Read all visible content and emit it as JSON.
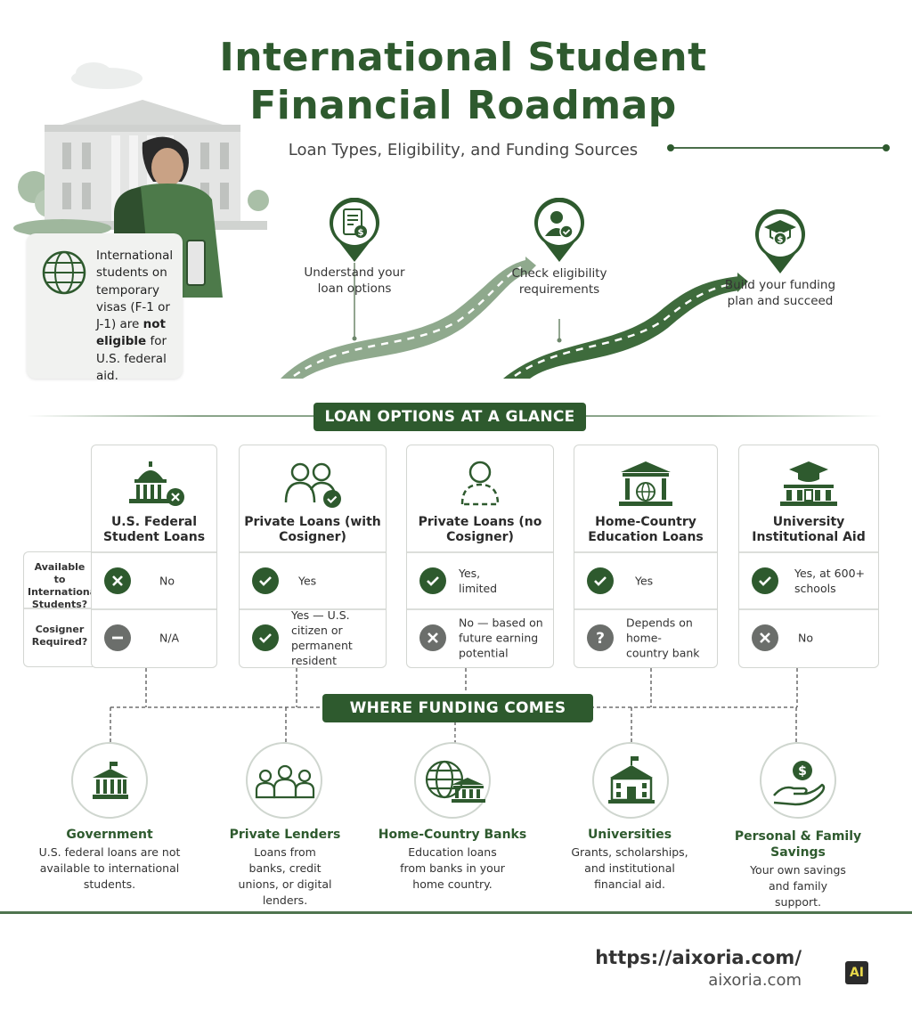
{
  "header": {
    "title_line1": "International Student",
    "title_line2": "Financial Roadmap",
    "subtitle": "Loan Types, Eligibility, and Funding Sources"
  },
  "notice": {
    "text_before": "International students on temporary visas (F-1 or J-1) are ",
    "text_bold": "not eligible",
    "text_after": " for U.S. federal aid."
  },
  "roadmap": {
    "steps": [
      {
        "label": "Understand your loan options",
        "icon": "document-dollar-icon"
      },
      {
        "label": "Check eligibility requirements",
        "icon": "person-check-icon"
      },
      {
        "label": "Build your funding plan and succeed",
        "icon": "graduation-cap-dollar-icon"
      }
    ]
  },
  "loan_section": {
    "banner": "LOAN OPTIONS AT A GLANCE",
    "row_labels": [
      "Available to International Students?",
      "Cosigner Required?"
    ],
    "cards": [
      {
        "title": "U.S. Federal Student Loans",
        "icon": "capitol-x-icon",
        "available": {
          "status": "no",
          "text": "No"
        },
        "cosigner": {
          "status": "na",
          "text": "N/A"
        }
      },
      {
        "title": "Private Loans (with Cosigner)",
        "icon": "two-people-check-icon",
        "available": {
          "status": "yes",
          "text": "Yes"
        },
        "cosigner": {
          "status": "yes",
          "text": "Yes — U.S. citizen or permanent resident"
        }
      },
      {
        "title": "Private Loans (no Cosigner)",
        "icon": "person-outline-icon",
        "available": {
          "status": "yes",
          "text": "Yes, limited"
        },
        "cosigner": {
          "status": "no-gray",
          "text": "No — based on future earning potential"
        }
      },
      {
        "title": "Home-Country Education Loans",
        "icon": "bank-globe-icon",
        "available": {
          "status": "yes",
          "text": "Yes"
        },
        "cosigner": {
          "status": "unknown",
          "text": "Depends on home-country bank"
        }
      },
      {
        "title": "University Institutional Aid",
        "icon": "university-cap-icon",
        "available": {
          "status": "yes",
          "text": "Yes, at 600+ schools"
        },
        "cosigner": {
          "status": "no-gray",
          "text": "No"
        }
      }
    ]
  },
  "funding_section": {
    "banner": "WHERE FUNDING COMES FROM",
    "sources": [
      {
        "title": "Government",
        "desc": "U.S. federal loans are not available to international students.",
        "icon": "government-building-icon"
      },
      {
        "title": "Private Lenders",
        "desc": "Loans from banks, credit unions, or digital lenders.",
        "icon": "people-group-icon"
      },
      {
        "title": "Home-Country Banks",
        "desc": "Education loans from banks in your home country.",
        "icon": "globe-bank-icon"
      },
      {
        "title": "Universities",
        "desc": "Grants, scholarships, and institutional financial aid.",
        "icon": "university-building-icon"
      },
      {
        "title": "Personal & Family Savings",
        "desc": "Your own savings and family support.",
        "icon": "hand-dollar-icon"
      }
    ]
  },
  "footer": {
    "url": "https://aixoria.com/",
    "domain": "aixoria.com",
    "badge": "AI"
  }
}
